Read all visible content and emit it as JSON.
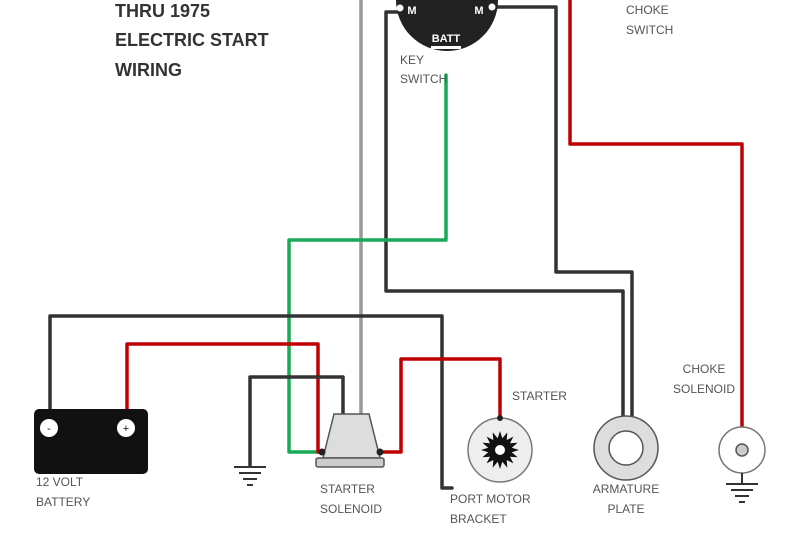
{
  "title_lines": [
    "THRU 1975",
    "ELECTRIC START",
    "WIRING"
  ],
  "key_switch": {
    "terminal_left": "M",
    "terminal_right": "M",
    "batt_label": "BATT",
    "label_lines": [
      "KEY",
      "SWITCH"
    ]
  },
  "choke_switch": {
    "label_lines": [
      "CHOKE",
      "SWITCH"
    ]
  },
  "battery": {
    "neg": "-",
    "pos": "+",
    "label_lines": [
      "12 VOLT",
      "BATTERY"
    ]
  },
  "starter_solenoid": {
    "label_lines": [
      "STARTER",
      "SOLENOID"
    ]
  },
  "starter": {
    "label": "STARTER"
  },
  "port_motor_bracket": {
    "label_lines": [
      "PORT MOTOR",
      "BRACKET"
    ]
  },
  "armature_plate": {
    "label_lines": [
      "ARMATURE",
      "PLATE"
    ]
  },
  "choke_solenoid": {
    "label_lines": [
      "CHOKE",
      "SOLENOID"
    ]
  },
  "colors": {
    "black_wire": "#333333",
    "red_wire": "#c00000",
    "green_wire": "#1aaa55",
    "gray_wire": "#999999",
    "component_dark": "#111111",
    "component_gray": "#cccccc"
  }
}
